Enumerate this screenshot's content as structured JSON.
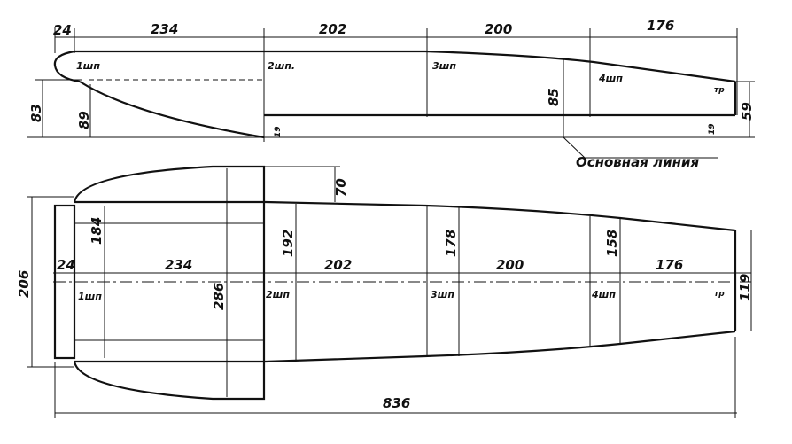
{
  "side_view": {
    "dims_top": [
      "24",
      "234",
      "202",
      "200",
      "176"
    ],
    "frames": [
      "1шп",
      "2шп.",
      "3шп",
      "4шп",
      "тр"
    ],
    "vertical_dims": [
      "83",
      "89",
      "19",
      "85",
      "19",
      "59"
    ],
    "baseline_label": "Основная линия"
  },
  "plan_view": {
    "dims_mid": [
      "24",
      "234",
      "202",
      "200",
      "176"
    ],
    "frames": [
      "1шп",
      "2шп",
      "3шп",
      "4шп",
      "тр"
    ],
    "widths": [
      "206",
      "184",
      "286",
      "192",
      "178",
      "158",
      "119",
      "70"
    ],
    "overall_length": "836"
  }
}
